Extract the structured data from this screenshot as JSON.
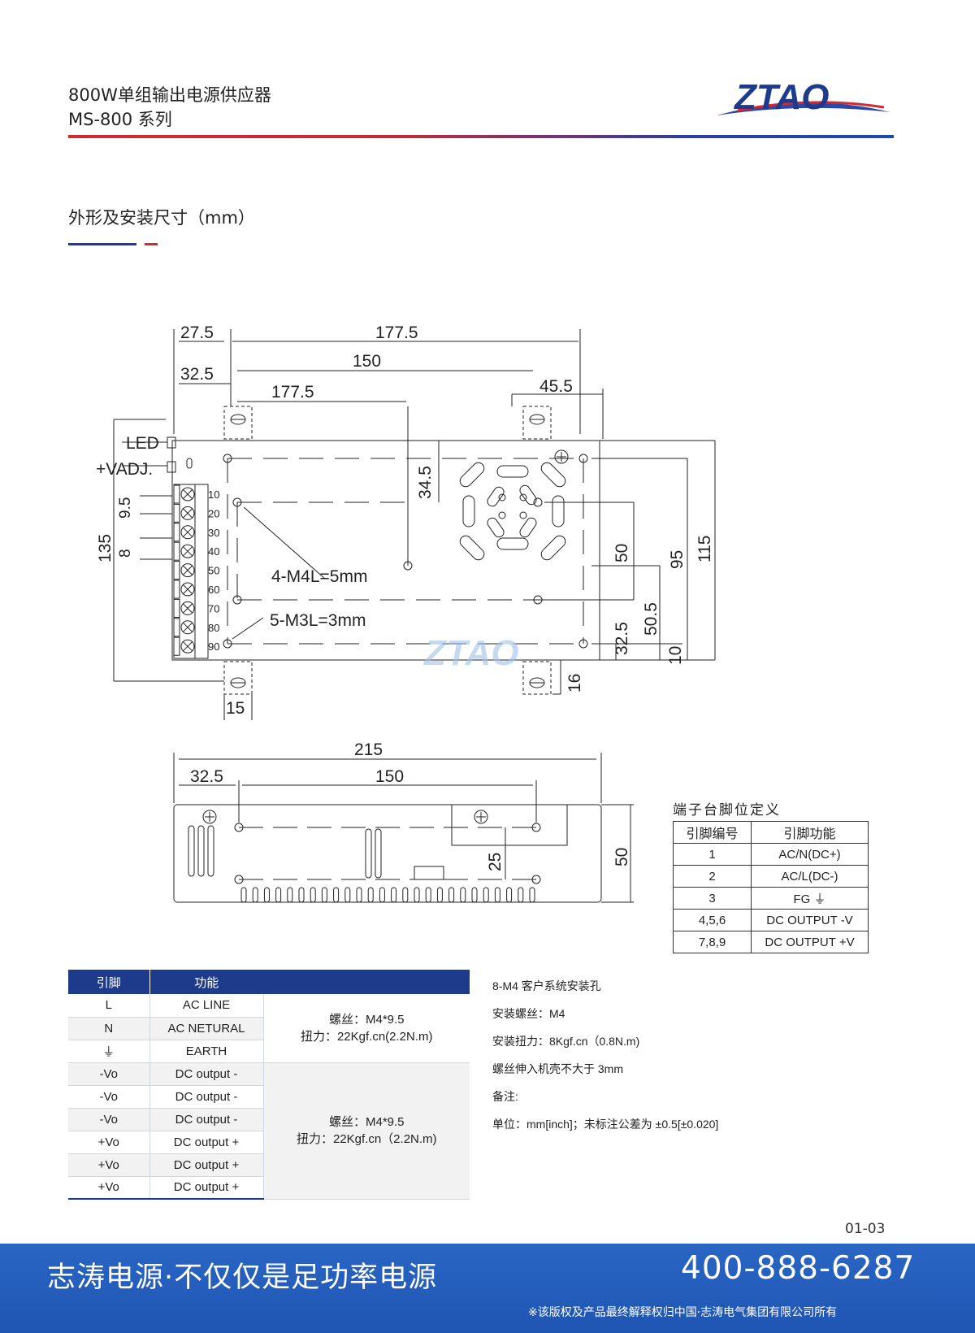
{
  "header": {
    "title_line1": "800W单组输出电源供应器",
    "title_line2": "MS-800 系列",
    "logo_text": "ZTAO"
  },
  "section": {
    "title": "外形及安装尺寸（mm）"
  },
  "top_view": {
    "dims": {
      "d27_5": "27.5",
      "d177_5_top": "177.5",
      "d150_top": "150",
      "d32_5": "32.5",
      "d177_5_mid": "177.5",
      "d45_5": "45.5",
      "d34_5": "34.5",
      "d9_5": "9.5",
      "d8": "8",
      "d135": "135",
      "d50": "50",
      "d95": "95",
      "d115": "115",
      "d50_5": "50.5",
      "d32_5_side": "32.5",
      "d10": "10",
      "d16": "16",
      "d15": "15"
    },
    "labels": {
      "led": "LED",
      "vadj": "+VADJ.",
      "holes_m4": "4-M4L=5mm",
      "holes_m3": "5-M3L=3mm"
    },
    "terminal_numbers": [
      "10",
      "20",
      "30",
      "40",
      "50",
      "60",
      "70",
      "80",
      "90"
    ],
    "watermark": "ZTAO"
  },
  "side_view": {
    "dims": {
      "d215": "215",
      "d32_5": "32.5",
      "d150": "150",
      "d25": "25",
      "d50": "50"
    }
  },
  "pin_table": {
    "title": "端子台脚位定义",
    "headers": [
      "引脚编号",
      "引脚功能"
    ],
    "rows": [
      {
        "no": "1",
        "func": "AC/N(DC+)"
      },
      {
        "no": "2",
        "func": "AC/L(DC-)"
      },
      {
        "no": "3",
        "func": "FG"
      },
      {
        "no": "4,5,6",
        "func": "DC OUTPUT -V"
      },
      {
        "no": "7,8,9",
        "func": "DC OUTPUT +V"
      }
    ]
  },
  "main_table": {
    "headers": [
      "引脚",
      "功能"
    ],
    "group1_note_line1": "螺丝：M4*9.5",
    "group1_note_line2": "扭力：22Kgf.cn(2.2N.m)",
    "group2_note_line1": "螺丝：M4*9.5",
    "group2_note_line2": "扭力：22Kgf.cn（2.2N.m)",
    "rows": [
      {
        "pin": "L",
        "func": "AC LINE"
      },
      {
        "pin": "N",
        "func": "AC NETURAL"
      },
      {
        "pin": "",
        "func": "EARTH"
      },
      {
        "pin": "-Vo",
        "func": "DC output -"
      },
      {
        "pin": "-Vo",
        "func": "DC output -"
      },
      {
        "pin": "-Vo",
        "func": "DC output -"
      },
      {
        "pin": "+Vo",
        "func": "DC output +"
      },
      {
        "pin": "+Vo",
        "func": "DC output +"
      },
      {
        "pin": "+Vo",
        "func": "DC output +"
      }
    ]
  },
  "notes": [
    "8-M4 客户系统安装孔",
    "安装螺丝：M4",
    "安装扭力：8Kgf.cn（0.8N.m)",
    "螺丝伸入机壳不大于 3mm",
    "备注:",
    "单位：mm[inch]；未标注公差为 ±0.5[±0.020]"
  ],
  "page_number": "01-03",
  "footer": {
    "slogan": "志涛电源·不仅仅是足功率电源",
    "phone": "400-888-6287",
    "copyright": "※该版权及产品最终解释权归中国·志涛电气集团有限公司所有"
  },
  "colors": {
    "brand_blue": "#1e3a8a",
    "brand_red": "#d42a2f",
    "footer_blue": "#2a66c4"
  }
}
